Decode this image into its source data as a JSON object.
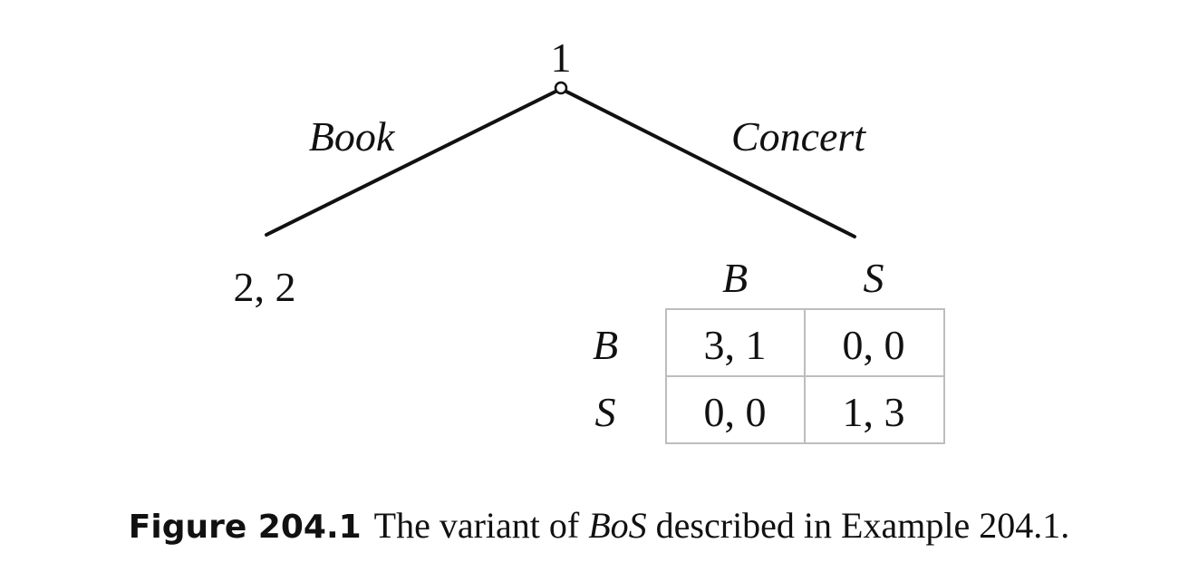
{
  "tree": {
    "root_player": "1",
    "actions": [
      "Book",
      "Concert"
    ],
    "book_payoff": "2, 2"
  },
  "subgame": {
    "column_labels": [
      "B",
      "S"
    ],
    "row_labels": [
      "B",
      "S"
    ],
    "cells": [
      [
        "3, 1",
        "0, 0"
      ],
      [
        "0, 0",
        "1, 3"
      ]
    ]
  },
  "caption": {
    "label": "Figure 204.1",
    "text_before": "The variant of ",
    "text_em": "BoS",
    "text_after": " described in Example 204.1."
  }
}
